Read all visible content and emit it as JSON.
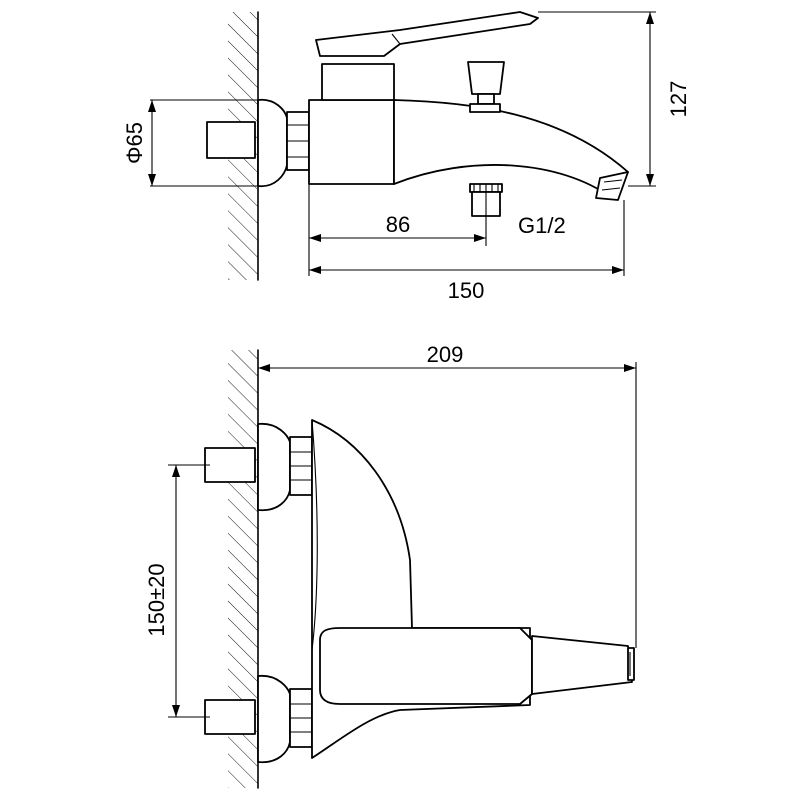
{
  "diagram": {
    "top_view": {
      "diameter_label": "Φ65",
      "height_label": "127",
      "inlet_to_outlet_label": "86",
      "thread_label": "G1/2",
      "body_length_label": "150"
    },
    "side_view": {
      "projection_label": "209",
      "inlet_spacing_label": "150±20"
    }
  }
}
